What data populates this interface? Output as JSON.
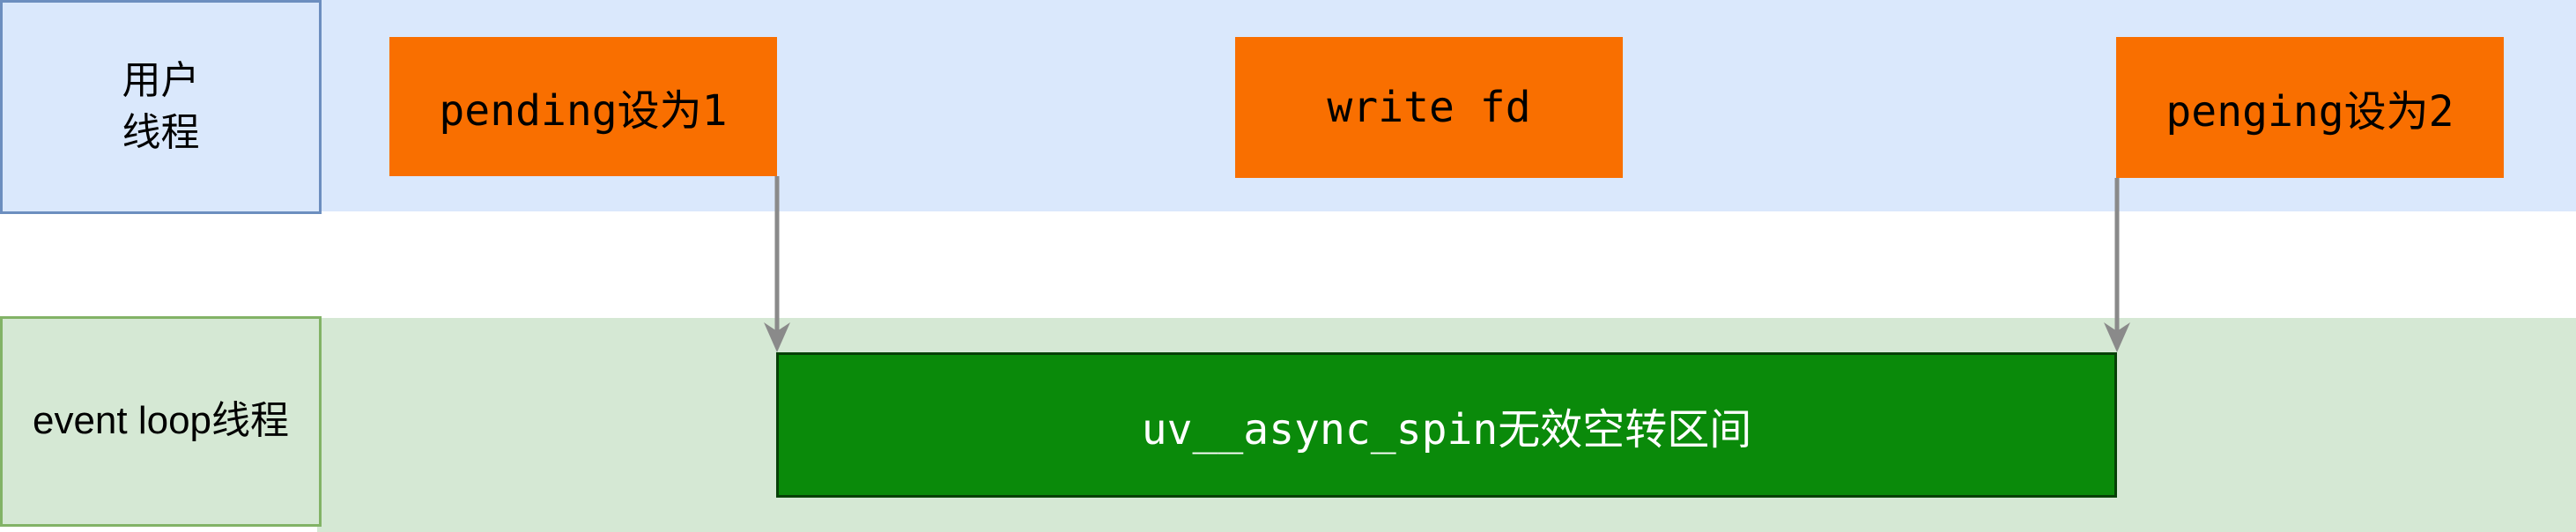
{
  "diagram": {
    "lanes": [
      {
        "id": "user-thread",
        "label": "用户\n线程"
      },
      {
        "id": "event-loop-thread",
        "label": "event loop线程"
      }
    ],
    "events": [
      {
        "id": "set-pending-1",
        "label": "pending设为1"
      },
      {
        "id": "write-fd",
        "label": "write fd"
      },
      {
        "id": "set-penging-2",
        "label": "penging设为2"
      }
    ],
    "span": {
      "id": "async-spin-interval",
      "label": "uv__async_spin无效空转区间"
    },
    "arrows": [
      {
        "from": "set-pending-1",
        "to": "async-spin-interval"
      },
      {
        "from": "set-penging-2",
        "to": "async-spin-interval"
      }
    ],
    "colors": {
      "user_lane_fill": "#dae8fc",
      "user_lane_border": "#6c8ebf",
      "event_loop_lane_fill": "#d5e8d4",
      "event_loop_lane_border": "#82b366",
      "event_box_fill": "#f96f00",
      "event_box_text": "#000000",
      "span_box_fill": "#0a8a0a",
      "span_box_border": "#064006",
      "span_box_text": "#ffffff",
      "arrow": "#8a8a8a",
      "background": "#ffffff"
    }
  }
}
